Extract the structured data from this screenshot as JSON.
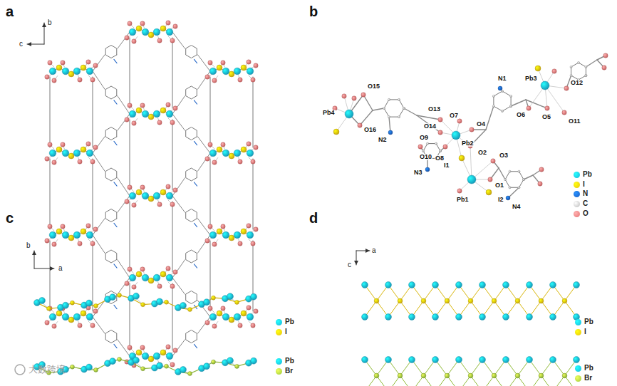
{
  "diagram": {
    "labels": [
      "a",
      "b",
      "c",
      "b",
      "Pb4",
      "O15",
      "O16",
      "N2",
      "O13",
      "O7",
      "O14",
      "O9",
      "O10",
      "N3",
      "O8",
      "Pb2",
      "I1",
      "O4",
      "O2",
      "O3",
      "N1",
      "Pb3",
      "O12",
      "O6",
      "O5",
      "O11",
      "Pb1",
      "O1",
      "I2",
      "N4",
      "c",
      "b",
      "a",
      "d",
      "a",
      "c",
      "大数跨境"
    ],
    "legend": [
      {
        "text": "Pb",
        "color": "#19b5d8"
      },
      {
        "text": "I",
        "color": "#e8c30c"
      },
      {
        "text": "N",
        "color": "#1a5fc4"
      },
      {
        "text": "C",
        "color": "#b8b8b8"
      },
      {
        "text": "O",
        "color": "#e57373"
      },
      {
        "text": "Pb",
        "color": "#19b5d8"
      },
      {
        "text": "I",
        "color": "#e8c30c"
      },
      {
        "text": "Pb",
        "color": "#19b5d8"
      },
      {
        "text": "Br",
        "color": "#9cc83c"
      },
      {
        "text": "Pb",
        "color": "#19b5d8"
      },
      {
        "text": "I",
        "color": "#e8c30c"
      },
      {
        "text": "Pb",
        "color": "#19b5d8"
      },
      {
        "text": "Br",
        "color": "#9cc83c"
      }
    ]
  }
}
